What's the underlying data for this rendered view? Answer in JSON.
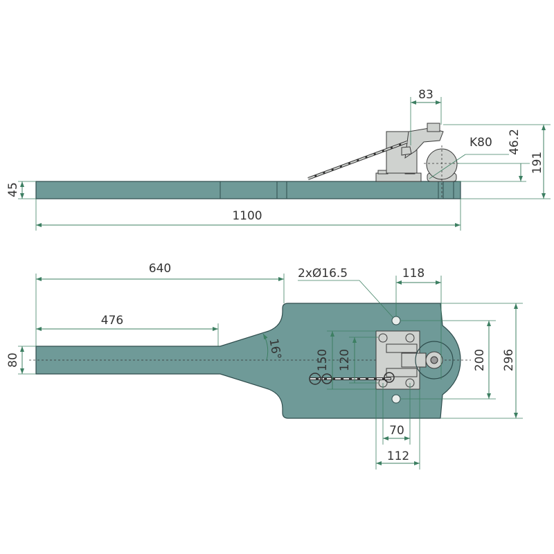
{
  "title": "Towing hitch plate with K80 ball – dimension drawing",
  "side_view": {
    "dims": {
      "width_top": "83",
      "ball_height": "46.2",
      "total_height": "191",
      "ball": "K80",
      "plate_thickness": "45",
      "length": "1100"
    }
  },
  "top_view": {
    "dims": {
      "wide_length": "640",
      "shank_length": "476",
      "angle": "16°",
      "shank_width": "80",
      "holes": "2xØ16.5",
      "hole_offset": "118",
      "bracket_height": "150",
      "bolt_spacing_v": "120",
      "hole_spacing": "200",
      "plate_width": "296",
      "bolt_spacing_h": "70",
      "bracket_width": "112"
    }
  },
  "colors": {
    "plate": "#6f9a98",
    "dimension": "#3d7f62"
  }
}
